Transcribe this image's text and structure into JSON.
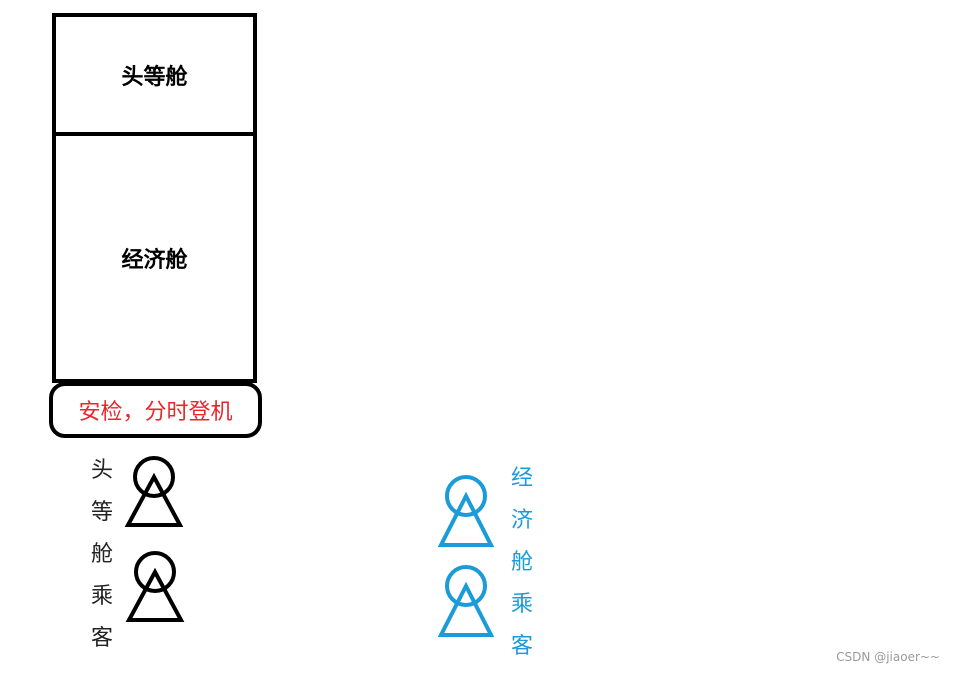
{
  "diagram": {
    "first_class_label": "头等舱",
    "economy_label": "经济舱",
    "security_label": "安检，分时登机",
    "first_class_passengers_chars": [
      "头",
      "等",
      "舱",
      "乘",
      "客"
    ],
    "economy_passengers_chars": [
      "经",
      "济",
      "舱",
      "乘",
      "客"
    ]
  },
  "colors": {
    "outline": "#000000",
    "security_text": "#e8262b",
    "economy_passenger": "#1b9bd7",
    "first_passenger": "#000000"
  },
  "icons": {
    "passenger": "person-icon"
  },
  "watermark": "CSDN @jiaoer~~"
}
